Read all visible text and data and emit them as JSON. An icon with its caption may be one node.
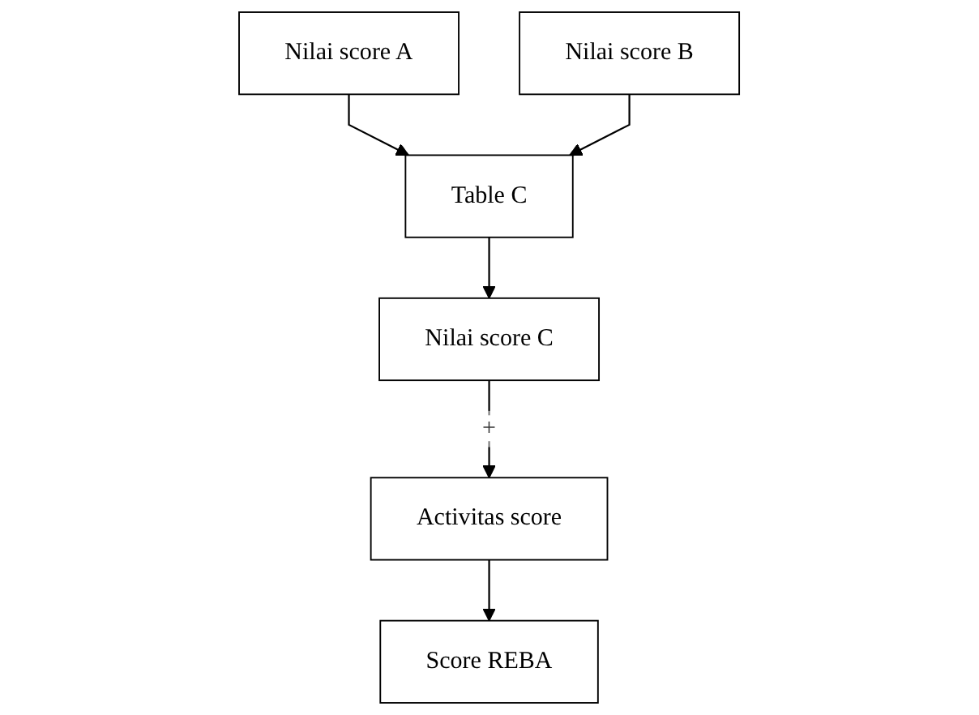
{
  "diagram": {
    "nodes": [
      {
        "text": [
          "Nilai score A"
        ]
      },
      {
        "text": [
          "Table C"
        ]
      },
      {
        "text": [
          "Nilai score B"
        ]
      },
      {
        "text": [
          "Nilai score C"
        ]
      },
      {
        "text": [
          "Activitas score"
        ]
      },
      {
        "text": [
          "Score REBA"
        ]
      }
    ],
    "edges": [
      {
        "from": 0,
        "to": 1,
        "arrow": "to"
      },
      {
        "from": 2,
        "to": 1,
        "arrow": "to"
      },
      {
        "from": 1,
        "to": 3,
        "arrow": "to"
      },
      {
        "from": 3,
        "to": 4,
        "label": "+",
        "arrow": "to"
      },
      {
        "from": 4,
        "to": 5,
        "arrow": "to"
      }
    ]
  }
}
